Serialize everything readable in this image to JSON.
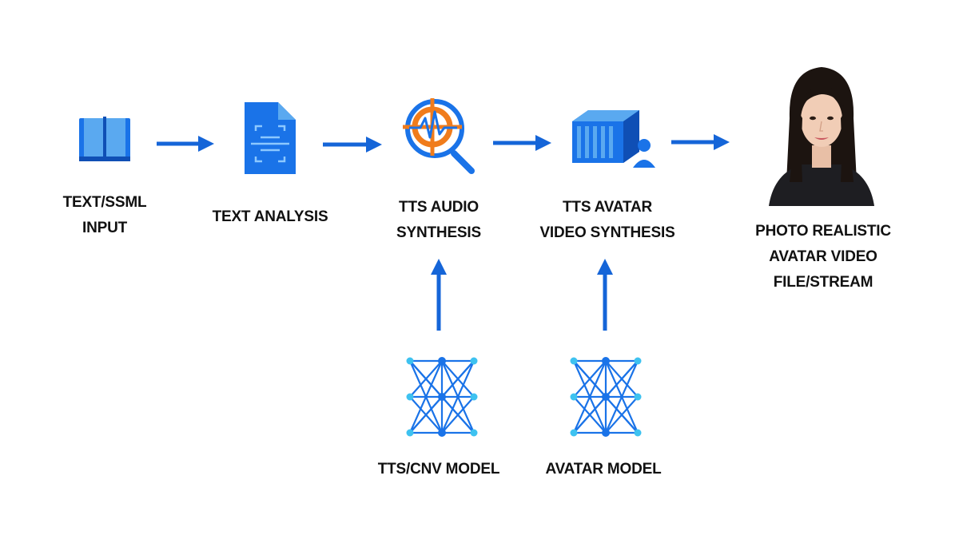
{
  "diagram": {
    "nodes": [
      {
        "id": "text-ssml-input",
        "icon": "book-icon",
        "label_lines": [
          "TEXT/SSML",
          "INPUT"
        ]
      },
      {
        "id": "text-analysis",
        "icon": "document-scan-icon",
        "label_lines": [
          "TEXT ANALYSIS"
        ]
      },
      {
        "id": "tts-audio-synthesis",
        "icon": "audio-search-icon",
        "label_lines": [
          "TTS AUDIO",
          "SYNTHESIS"
        ]
      },
      {
        "id": "tts-avatar-video-synthesis",
        "icon": "container-user-icon",
        "label_lines": [
          "TTS AVATAR",
          "VIDEO SYNTHESIS"
        ]
      },
      {
        "id": "photo-realistic-avatar",
        "icon": "avatar-photo",
        "label_lines": [
          "PHOTO REALISTIC",
          "AVATAR VIDEO",
          "FILE/STREAM"
        ]
      },
      {
        "id": "tts-cnv-model",
        "icon": "neural-network-icon",
        "label_lines": [
          "TTS/CNV MODEL"
        ]
      },
      {
        "id": "avatar-model",
        "icon": "neural-network-icon",
        "label_lines": [
          "AVATAR MODEL"
        ]
      }
    ],
    "edges": [
      {
        "from": "text-ssml-input",
        "to": "text-analysis"
      },
      {
        "from": "text-analysis",
        "to": "tts-audio-synthesis"
      },
      {
        "from": "tts-audio-synthesis",
        "to": "tts-avatar-video-synthesis"
      },
      {
        "from": "tts-avatar-video-synthesis",
        "to": "photo-realistic-avatar"
      },
      {
        "from": "tts-cnv-model",
        "to": "tts-audio-synthesis"
      },
      {
        "from": "avatar-model",
        "to": "tts-avatar-video-synthesis"
      }
    ]
  },
  "colors": {
    "arrow": "#1565d8",
    "icon_blue": "#1a73e8",
    "icon_light_blue": "#5aa9f0",
    "accent_orange": "#f07c1c",
    "node_dot": "#3ec2f0",
    "label_text": "#111111"
  }
}
